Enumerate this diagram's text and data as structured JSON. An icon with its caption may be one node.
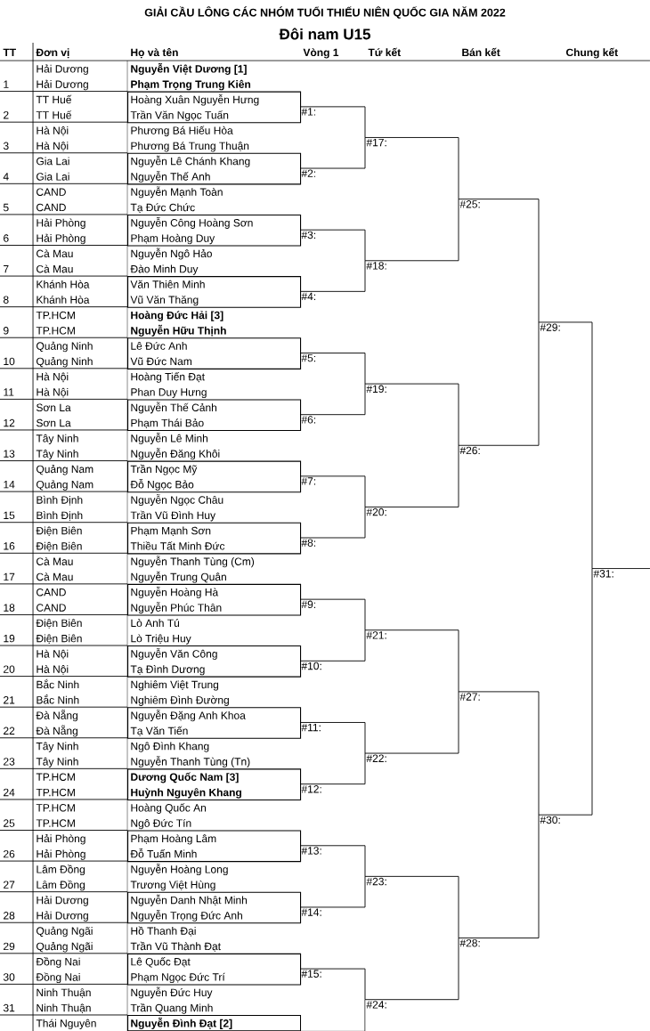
{
  "diagram": {
    "title": "GIẢI CẦU LÔNG CÁC NHÓM TUỔI THIẾU NIÊN QUỐC GIA NĂM 2022",
    "labels": [
      "Đôi nam U15",
      "TT",
      "Đơn vị",
      "Họ và tên",
      "Vòng 1",
      "Tứ kết",
      "Bán kết",
      "Chung kết",
      "1",
      "2",
      "3",
      "4",
      "5",
      "6",
      "7",
      "8",
      "9",
      "10",
      "11",
      "12",
      "13",
      "14",
      "15",
      "16",
      "17",
      "18",
      "19",
      "20",
      "21",
      "22",
      "23",
      "24",
      "25",
      "26",
      "27",
      "28",
      "29",
      "30",
      "31",
      "Thái Nguyên"
    ],
    "nodes": [
      {
        "text": [
          "**Nguyễn Việt Dương [1]**",
          "**Phạm Trọng Trung Kiên**"
        ],
        "beside": [
          "Hải Dương",
          "Hải Dương"
        ]
      },
      {
        "text": [
          "Hoàng Xuân Nguyễn Hưng",
          "Trần Văn Ngọc Tuấn"
        ],
        "beside": [
          "TT Huế",
          "TT Huế"
        ]
      },
      {
        "text": [
          "Phương Bá Hiếu Hòa",
          "Phương Bá Trung Thuận"
        ],
        "beside": [
          "Hà Nội",
          "Hà Nội"
        ]
      },
      {
        "text": [
          "Nguyễn Lê Chánh Khang",
          "Nguyễn Thế Anh"
        ],
        "beside": [
          "Gia Lai",
          "Gia Lai"
        ]
      },
      {
        "text": [
          "Nguyễn Mạnh Toàn",
          "Tạ Đức Chức"
        ],
        "beside": [
          "CAND",
          "CAND"
        ]
      },
      {
        "text": [
          "Nguyễn Công Hoàng Sơn",
          "Phạm Hoàng Duy"
        ],
        "beside": [
          "Hải Phòng",
          "Hải Phòng"
        ]
      },
      {
        "text": [
          "Nguyễn Ngô Hảo",
          "Đào Minh Duy"
        ],
        "beside": [
          "Cà Mau",
          "Cà Mau"
        ]
      },
      {
        "text": [
          "Văn Thiên Minh",
          "Vũ Văn Thăng"
        ],
        "beside": [
          "Khánh Hòa",
          "Khánh Hòa"
        ]
      },
      {
        "text": [
          "**Hoàng Đức Hải [3]**",
          "**Nguyễn Hữu Thịnh**"
        ],
        "beside": [
          "TP.HCM",
          "TP.HCM"
        ]
      },
      {
        "text": [
          "Lê Đức Anh",
          "Vũ Đức Nam"
        ],
        "beside": [
          "Quảng Ninh",
          "Quảng Ninh"
        ]
      },
      {
        "text": [
          "Hoàng Tiến Đạt",
          "Phan Duy Hưng"
        ],
        "beside": [
          "Hà Nội",
          "Hà Nội"
        ]
      },
      {
        "text": [
          "Nguyễn Thế Cảnh",
          "Phạm Thái Bảo"
        ],
        "beside": [
          "Sơn La",
          "Sơn La"
        ]
      },
      {
        "text": [
          "Nguyễn Lê Minh",
          "Nguyễn Đăng Khôi"
        ],
        "beside": [
          "Tây Ninh",
          "Tây Ninh"
        ]
      },
      {
        "text": [
          "Trần Ngọc Mỹ",
          "Đỗ Ngọc Bảo"
        ],
        "beside": [
          "Quảng Nam",
          "Quảng Nam"
        ]
      },
      {
        "text": [
          "Nguyễn Ngọc Châu",
          "Trần Vũ Đình Huy"
        ],
        "beside": [
          "Bình Định",
          "Bình Định"
        ]
      },
      {
        "text": [
          "Phạm Mạnh Sơn",
          "Thiều Tất Minh Đức"
        ],
        "beside": [
          "Điện Biên",
          "Điện Biên"
        ]
      },
      {
        "text": [
          "Nguyễn Thanh Tùng (Cm)",
          "Nguyễn Trung Quân"
        ],
        "beside": [
          "Cà Mau",
          "Cà Mau"
        ]
      },
      {
        "text": [
          "Nguyễn Hoàng Hà",
          "Nguyễn Phúc Thân"
        ],
        "beside": [
          "CAND",
          "CAND"
        ]
      },
      {
        "text": [
          "Lò Anh Tú",
          "Lò Triệu Huy"
        ],
        "beside": [
          "Điện Biên",
          "Điện Biên"
        ]
      },
      {
        "text": [
          "Nguyễn Văn Công",
          "Tạ Đình Dương"
        ],
        "beside": [
          "Hà Nội",
          "Hà Nội"
        ]
      },
      {
        "text": [
          "Nghiêm Việt Trung",
          "Nghiêm Đình Đường"
        ],
        "beside": [
          "Bắc Ninh",
          "Bắc Ninh"
        ]
      },
      {
        "text": [
          "Nguyễn Đặng Anh Khoa",
          "Tạ Văn Tiến"
        ],
        "beside": [
          "Đà Nẵng",
          "Đà Nẵng"
        ]
      },
      {
        "text": [
          "Ngô Đình Khang",
          "Nguyễn Thanh Tùng (Tn)"
        ],
        "beside": [
          "Tây Ninh",
          "Tây Ninh"
        ]
      },
      {
        "text": [
          "**Dương Quốc Nam [3]**",
          "**Huỳnh Nguyên Khang**"
        ],
        "beside": [
          "TP.HCM",
          "TP.HCM"
        ]
      },
      {
        "text": [
          "Hoàng Quốc An",
          "Ngô Đức Tín"
        ],
        "beside": [
          "TP.HCM",
          "TP.HCM"
        ]
      },
      {
        "text": [
          "Phạm Hoàng Lâm",
          "Đỗ Tuấn Minh"
        ],
        "beside": [
          "Hải Phòng",
          "Hải Phòng"
        ]
      },
      {
        "text": [
          "Nguyễn Hoàng Long",
          "Trương Việt Hùng"
        ],
        "beside": [
          "Lâm Đồng",
          "Lâm Đồng"
        ]
      },
      {
        "text": [
          "Nguyễn Danh Nhật Minh",
          "Nguyễn Trọng Đức Anh"
        ],
        "beside": [
          "Hải Dương",
          "Hải Dương"
        ]
      },
      {
        "text": [
          "Hồ Thanh Đại",
          "Trần Vũ Thành Đạt"
        ],
        "beside": [
          "Quảng Ngãi",
          "Quảng Ngãi"
        ]
      },
      {
        "text": [
          "Lê Quốc Đạt",
          "Phạm Ngọc Đức Trí"
        ],
        "beside": [
          "Đồng Nai",
          "Đồng Nai"
        ]
      },
      {
        "text": [
          "Nguyễn Đức Huy",
          "Trần Quang Minh"
        ],
        "beside": [
          "Ninh Thuận",
          "Ninh Thuận"
        ]
      },
      {
        "text": [
          "**Nguyễn Đình Đạt [2]**"
        ]
      },
      {
        "text": [
          "#1:"
        ]
      },
      {
        "text": [
          "#2:"
        ]
      },
      {
        "text": [
          "#3:"
        ]
      },
      {
        "text": [
          "#4:"
        ]
      },
      {
        "text": [
          "#5:"
        ]
      },
      {
        "text": [
          "#6:"
        ]
      },
      {
        "text": [
          "#7:"
        ]
      },
      {
        "text": [
          "#8:"
        ]
      },
      {
        "text": [
          "#9:"
        ]
      },
      {
        "text": [
          "#10:"
        ]
      },
      {
        "text": [
          "#11:"
        ]
      },
      {
        "text": [
          "#12:"
        ]
      },
      {
        "text": [
          "#13:"
        ]
      },
      {
        "text": [
          "#14:"
        ]
      },
      {
        "text": [
          "#15:"
        ]
      },
      {
        "text": [
          "#17:"
        ]
      },
      {
        "text": [
          "#18:"
        ]
      },
      {
        "text": [
          "#19:"
        ]
      },
      {
        "text": [
          "#20:"
        ]
      },
      {
        "text": [
          "#21:"
        ]
      },
      {
        "text": [
          "#22:"
        ]
      },
      {
        "text": [
          "#23:"
        ]
      },
      {
        "text": [
          "#24:"
        ]
      },
      {
        "text": [
          "#25:"
        ]
      },
      {
        "text": [
          "#26:"
        ]
      },
      {
        "text": [
          "#27:"
        ]
      },
      {
        "text": [
          "#28:"
        ]
      },
      {
        "text": [
          "#29:"
        ]
      },
      {
        "text": [
          "#30:"
        ]
      },
      {
        "text": [
          "#31:"
        ]
      }
    ],
    "edges": [
      {
        "from": 32,
        "to": 47,
        "arrow": "none"
      },
      {
        "from": 33,
        "to": 47,
        "arrow": "none"
      },
      {
        "from": 34,
        "to": 48,
        "arrow": "none"
      },
      {
        "from": 35,
        "to": 48,
        "arrow": "none"
      },
      {
        "from": 36,
        "to": 49,
        "arrow": "none"
      },
      {
        "from": 37,
        "to": 49,
        "arrow": "none"
      },
      {
        "from": 38,
        "to": 50,
        "arrow": "none"
      },
      {
        "from": 39,
        "to": 50,
        "arrow": "none"
      },
      {
        "from": 40,
        "to": 51,
        "arrow": "none"
      },
      {
        "from": 41,
        "to": 51,
        "arrow": "none"
      },
      {
        "from": 42,
        "to": 52,
        "arrow": "none"
      },
      {
        "from": 43,
        "to": 52,
        "arrow": "none"
      },
      {
        "from": 44,
        "to": 53,
        "arrow": "none"
      },
      {
        "from": 45,
        "to": 53,
        "arrow": "none"
      },
      {
        "from": 46,
        "to": 54,
        "arrow": "none"
      },
      {
        "from": 31,
        "to": 54,
        "arrow": "none"
      },
      {
        "from": 47,
        "to": 55,
        "arrow": "none"
      },
      {
        "from": 48,
        "to": 55,
        "arrow": "none"
      },
      {
        "from": 49,
        "to": 56,
        "arrow": "none"
      },
      {
        "from": 50,
        "to": 56,
        "arrow": "none"
      },
      {
        "from": 51,
        "to": 57,
        "arrow": "none"
      },
      {
        "from": 52,
        "to": 57,
        "arrow": "none"
      },
      {
        "from": 53,
        "to": 58,
        "arrow": "none"
      },
      {
        "from": 54,
        "to": 58,
        "arrow": "none"
      },
      {
        "from": 55,
        "to": 59,
        "arrow": "none"
      },
      {
        "from": 56,
        "to": 59,
        "arrow": "none"
      },
      {
        "from": 57,
        "to": 60,
        "arrow": "none"
      },
      {
        "from": 58,
        "to": 60,
        "arrow": "none"
      },
      {
        "from": 59,
        "to": 61,
        "arrow": "none"
      },
      {
        "from": 60,
        "to": 61,
        "arrow": "none"
      },
      {
        "from": 61,
        "to": null,
        "arrow": "none"
      }
    ]
  }
}
